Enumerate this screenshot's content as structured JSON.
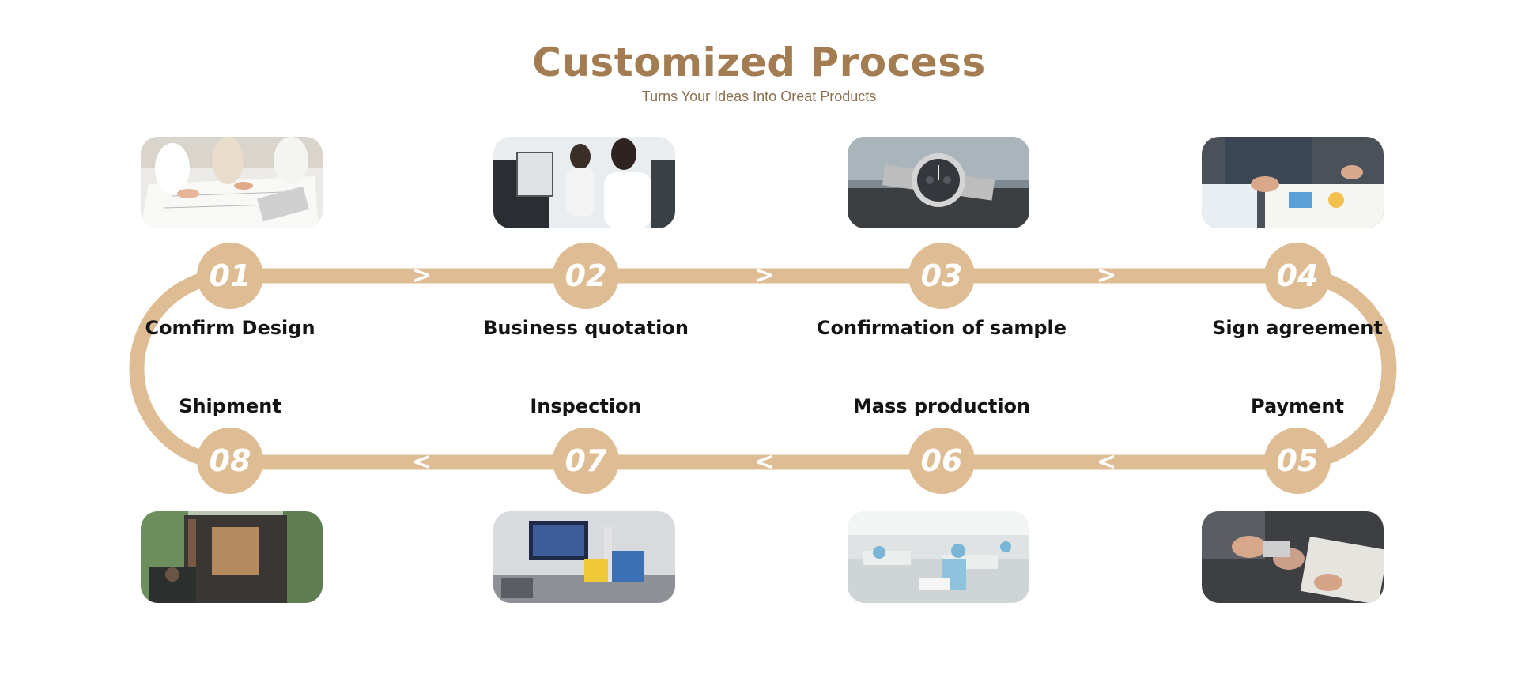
{
  "header": {
    "title": "Customized Process",
    "subtitle": "Turns Your Ideas Into Oreat Products"
  },
  "steps": [
    {
      "num": "01",
      "label": "Comfirm Design",
      "icon": "design-meeting-photo"
    },
    {
      "num": "02",
      "label": "Business quotation",
      "icon": "call-center-photo"
    },
    {
      "num": "03",
      "label": "Confirmation of sample",
      "icon": "sample-watch-photo"
    },
    {
      "num": "04",
      "label": "Sign agreement",
      "icon": "handshake-photo"
    },
    {
      "num": "05",
      "label": "Payment",
      "icon": "payment-card-photo"
    },
    {
      "num": "06",
      "label": "Mass production",
      "icon": "factory-workers-photo"
    },
    {
      "num": "07",
      "label": "Inspection",
      "icon": "inspection-machine-photo"
    },
    {
      "num": "08",
      "label": "Shipment",
      "icon": "container-forklift-photo"
    }
  ],
  "arrows": {
    "top": ">",
    "bottom": "<"
  },
  "colors": {
    "accent": "#dfbd94",
    "title": "#a37c52",
    "label": "#141414"
  }
}
